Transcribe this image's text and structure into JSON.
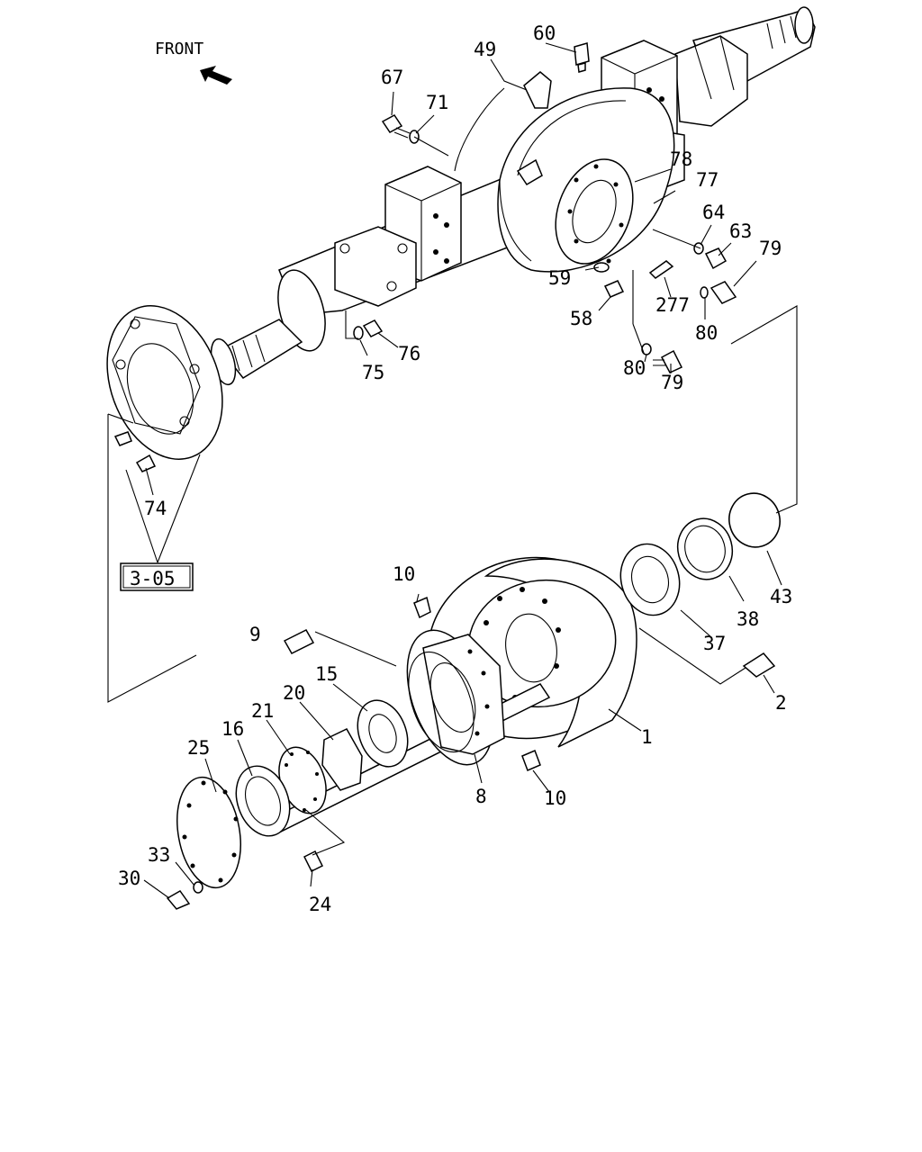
{
  "front_label": "FRONT",
  "ref_box": "3-05",
  "callouts": [
    "60",
    "49",
    "67",
    "71",
    "78",
    "77",
    "64",
    "63",
    "79",
    "59",
    "277",
    "58",
    "80",
    "80",
    "79",
    "75",
    "76",
    "74",
    "10",
    "9",
    "15",
    "20",
    "21",
    "16",
    "25",
    "33",
    "30",
    "24",
    "8",
    "10",
    "1",
    "2",
    "37",
    "38",
    "43"
  ]
}
